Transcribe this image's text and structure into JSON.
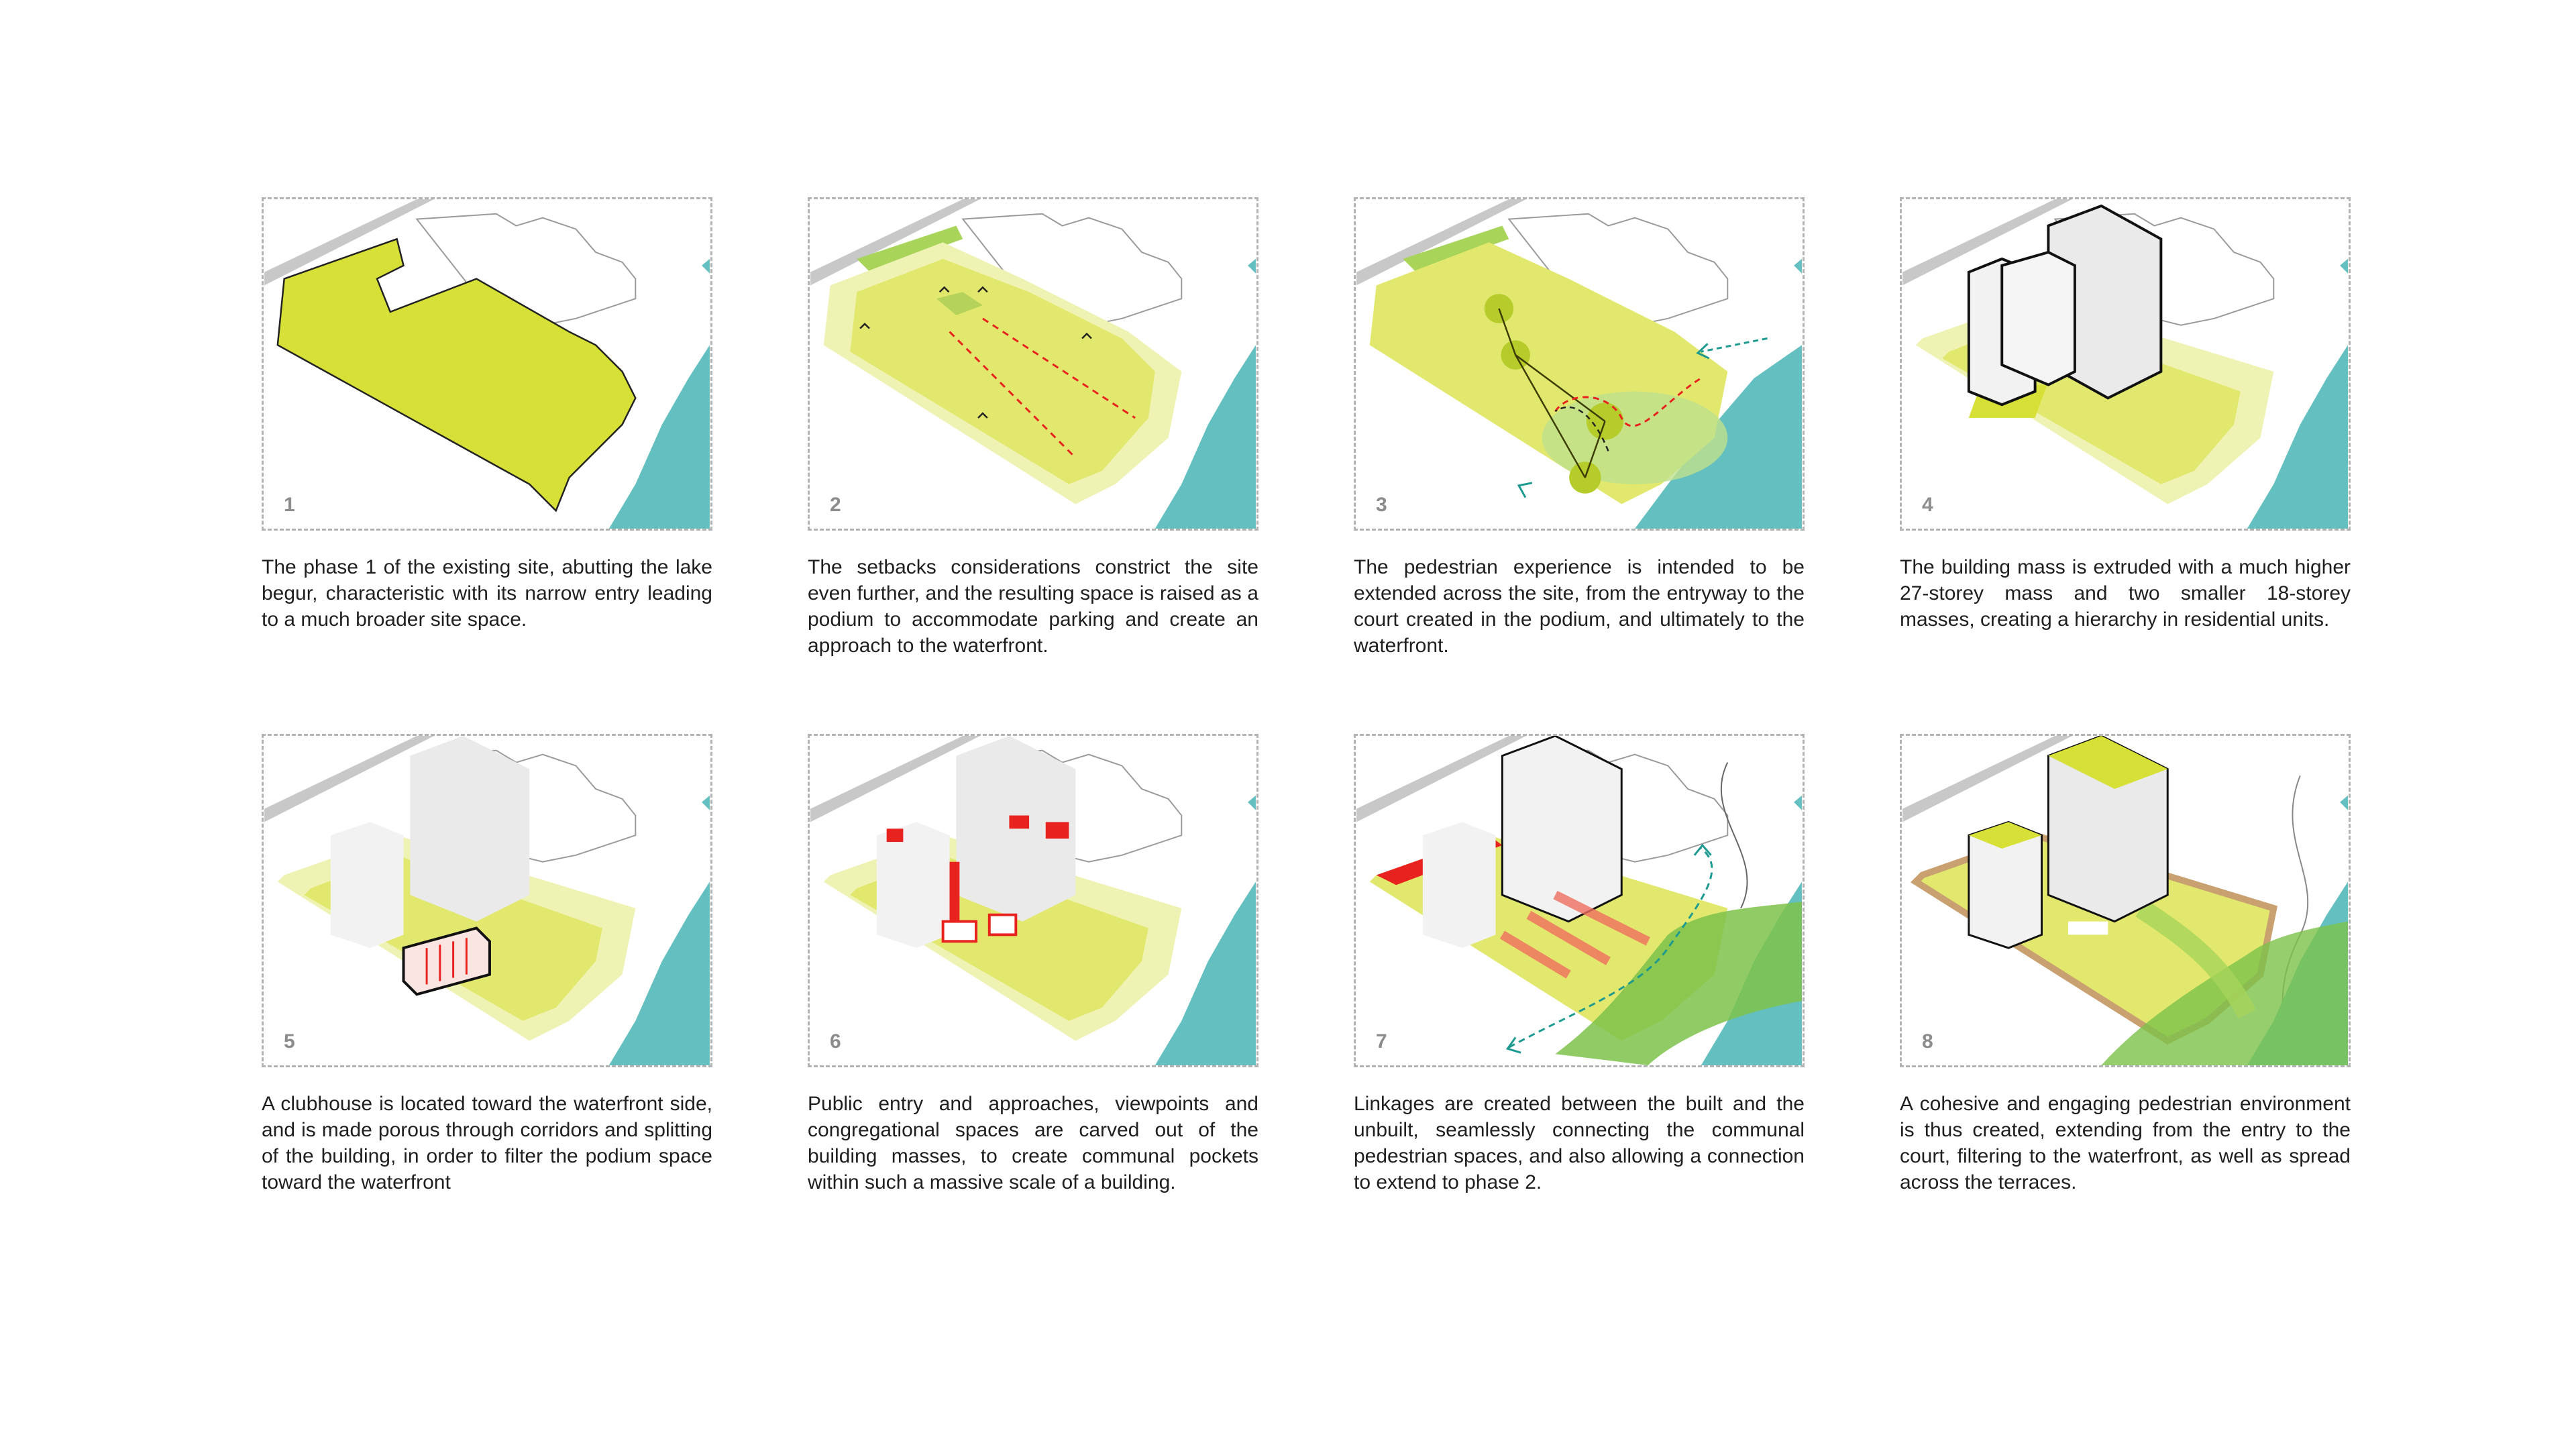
{
  "steps": [
    {
      "number": "1",
      "caption": "The phase 1 of the existing site, abutting the lake begur, characteristic with its narrow entry leading to a much broader site space."
    },
    {
      "number": "2",
      "caption": "The setbacks considerations constrict the site even further, and the resulting space is raised as a podium to accommodate parking and create an approach to the waterfront."
    },
    {
      "number": "3",
      "caption": "The pedestrian experience is intended to be extended across the site, from the entryway to the court created in the podium, and ultimately to the waterfront."
    },
    {
      "number": "4",
      "caption": "The building mass is extruded with a much higher 27-storey mass and two smaller 18-storey masses, creating a hierarchy in residential units."
    },
    {
      "number": "5",
      "caption": "A clubhouse is located toward the waterfront side, and is made porous through corridors and splitting of the building, in order to filter the podium space toward the waterfront"
    },
    {
      "number": "6",
      "caption": "Public entry and approaches, viewpoints and congregational spaces are carved out of the building masses, to create communal pockets within such a massive scale of a building."
    },
    {
      "number": "7",
      "caption": "Linkages are created between the built and the unbuilt, seamlessly connecting the communal pedestrian spaces, and also allowing a connection to extend to phase 2."
    },
    {
      "number": "8",
      "caption": "A cohesive and engaging pedestrian environment is thus created, extending from the entry to the court, filtering to the waterfront, as well as spread across the terraces."
    }
  ],
  "colors": {
    "site": "#d6e036",
    "podium": "#e2e86e",
    "setback": "#eef3b4",
    "water": "#64c0c0",
    "road": "#c8c8c8",
    "mass": "#eaeaea",
    "carve": "#e8231f",
    "landscape": "#7cc24a",
    "link": "#1d9a90",
    "border": "#b3b3b3"
  }
}
